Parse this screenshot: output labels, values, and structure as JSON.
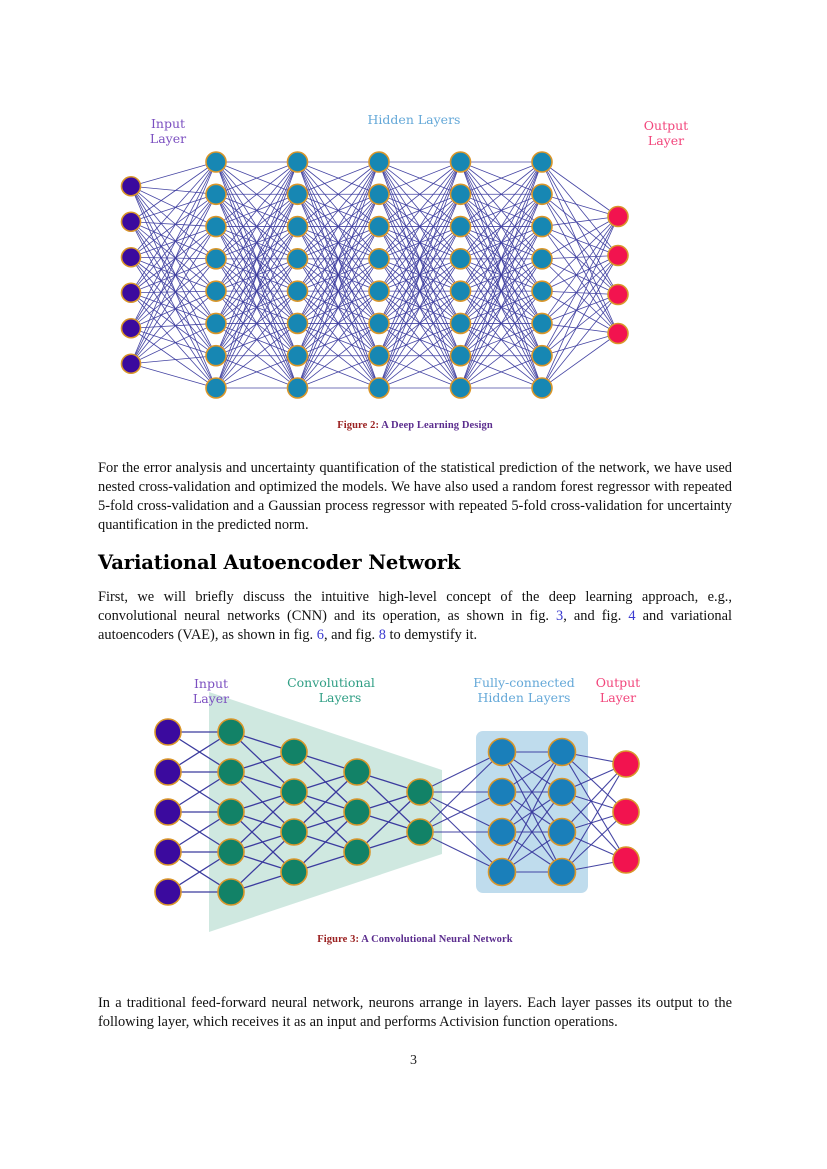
{
  "page": {
    "number": "3",
    "background": "#ffffff"
  },
  "figure2": {
    "caption_number": "Figure 2:",
    "caption_text": " A Deep Learning Design",
    "labels": {
      "input": [
        "Input",
        "Layer"
      ],
      "hidden": "Hidden Layers",
      "output": [
        "Output",
        "Layer"
      ]
    },
    "colors": {
      "input_node": "#3b0a9e",
      "hidden_node": "#1787b3",
      "output_node": "#f2134f",
      "node_stroke": "#d9962a",
      "edge": "#3b3b9e",
      "input_label": "#7b4fc0",
      "hidden_label": "#64a8d8",
      "output_label": "#f2457b"
    },
    "architecture": {
      "input_nodes": 6,
      "hidden_layers": 5,
      "hidden_nodes_per_layer": 8,
      "output_nodes": 4
    }
  },
  "paragraph1": "For the error analysis and uncertainty quantification of the statistical prediction of the network, we have used nested cross-validation and optimized the models. We have also used a random forest regressor with repeated 5-fold cross-validation and a Gaussian process regressor with repeated 5-fold cross-validation for uncertainty quantification in the predicted norm.",
  "section": {
    "title": "Variational Autoencoder Network"
  },
  "paragraph2": {
    "part1": "First, we will briefly discuss the intuitive high-level concept of the deep learning approach, e.g., convolutional neural networks (CNN) and its operation, as shown in fig. ",
    "ref1": "3",
    "part2": ", and fig. ",
    "ref2": "4",
    "part3": " and variational autoencoders (VAE), as shown in fig. ",
    "ref3": "6",
    "part4": ", and fig. ",
    "ref4": "8",
    "part5": " to demystify it."
  },
  "figure3": {
    "caption_number": "Figure 3:",
    "caption_text": " A Convolutional Neural Network",
    "labels": {
      "input": [
        "Input",
        "Layer"
      ],
      "conv": [
        "Convolutional",
        "Layers"
      ],
      "fc": [
        "Fully-connected",
        "Hidden Layers"
      ],
      "output": [
        "Output",
        "Layer"
      ]
    },
    "colors": {
      "input_node": "#3b0a9e",
      "conv_node": "#128267",
      "fc_node": "#1a7fba",
      "output_node": "#f2134f",
      "node_stroke": "#d9962a",
      "edge": "#3b3b9e",
      "conv_region": "#cfe8e0",
      "fc_region": "#bfdced",
      "input_label": "#7b4fc0",
      "conv_label": "#2f9e84",
      "fc_label": "#64a8d8",
      "output_label": "#f2457b"
    },
    "architecture": {
      "input_nodes": 5,
      "conv_layers": [
        5,
        4,
        3,
        2
      ],
      "fc_layers": [
        4,
        4
      ],
      "output_nodes": 3
    }
  },
  "paragraph3": "In a traditional feed-forward neural network, neurons arrange in layers. Each layer passes its output to the following layer, which receives it as an input and performs Activision function operations."
}
